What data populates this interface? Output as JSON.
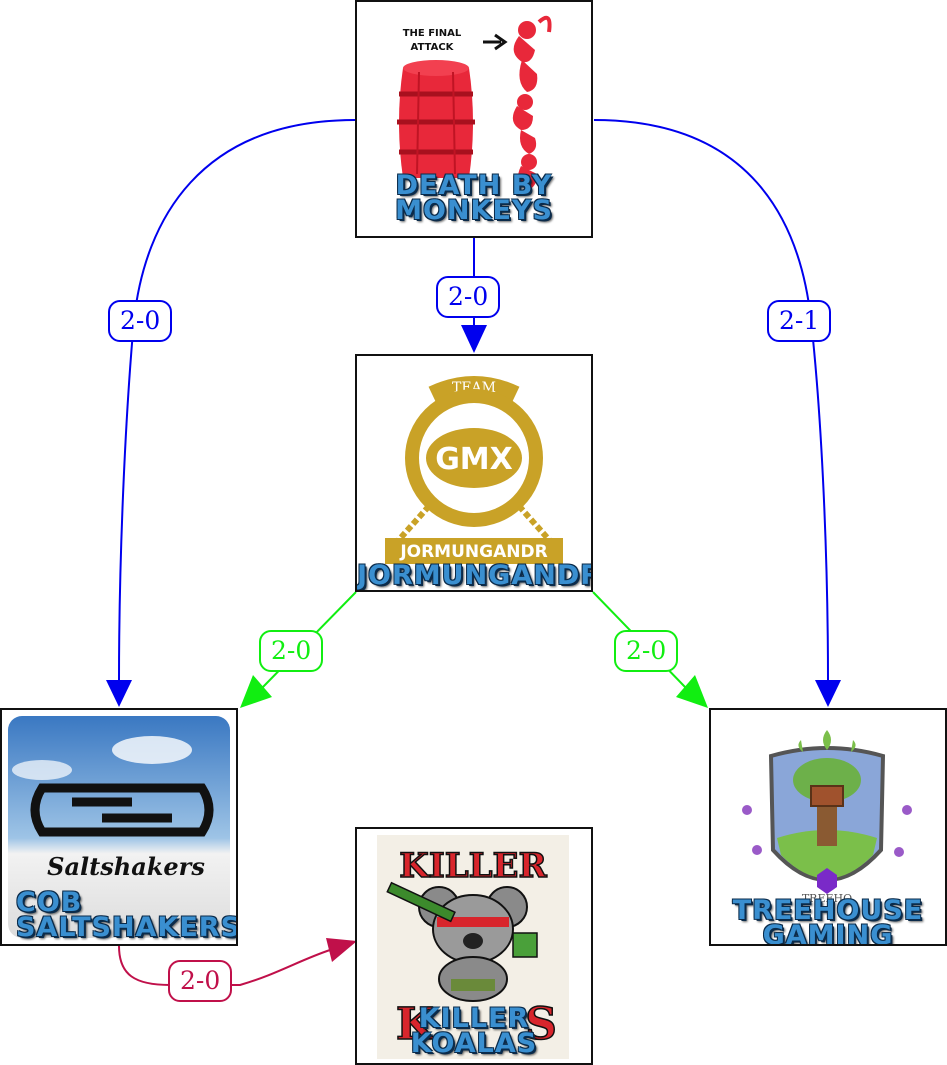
{
  "colors": {
    "primary_edge": "#0000ee",
    "secondary_edge": "#11ee11",
    "tertiary_edge": "#c0104a"
  },
  "nodes": {
    "death_by_monkeys": {
      "label_lines": [
        "DEATH BY",
        "MONKEYS"
      ],
      "logo_text": [
        "THE FINAL",
        "ATTACK"
      ]
    },
    "jormungandr": {
      "label_lines": [
        "JORMUNGANDR"
      ],
      "logo_text": [
        "TEAM",
        "GMX",
        "JORMUNGANDR"
      ]
    },
    "cob_saltshakers": {
      "label_lines": [
        "COB",
        "SALTSHAKERS"
      ],
      "logo_text": [
        "Saltshakers"
      ]
    },
    "killer_koalas": {
      "label_lines": [
        "KILLER",
        "KOALAS"
      ],
      "logo_text": [
        "KILLER",
        "K",
        "S"
      ]
    },
    "treehouse_gaming": {
      "label_lines": [
        "TREEHOUSE",
        "GAMING"
      ],
      "logo_text": [
        "TREEHO"
      ]
    }
  },
  "edges": [
    {
      "from": "death_by_monkeys",
      "to": "cob_saltshakers",
      "score": "2-0",
      "color": "#0000ee"
    },
    {
      "from": "death_by_monkeys",
      "to": "jormungandr",
      "score": "2-0",
      "color": "#0000ee"
    },
    {
      "from": "death_by_monkeys",
      "to": "treehouse_gaming",
      "score": "2-1",
      "color": "#0000ee"
    },
    {
      "from": "jormungandr",
      "to": "cob_saltshakers",
      "score": "2-0",
      "color": "#11ee11"
    },
    {
      "from": "jormungandr",
      "to": "treehouse_gaming",
      "score": "2-0",
      "color": "#11ee11"
    },
    {
      "from": "cob_saltshakers",
      "to": "killer_koalas",
      "score": "2-0",
      "color": "#c0104a"
    }
  ]
}
